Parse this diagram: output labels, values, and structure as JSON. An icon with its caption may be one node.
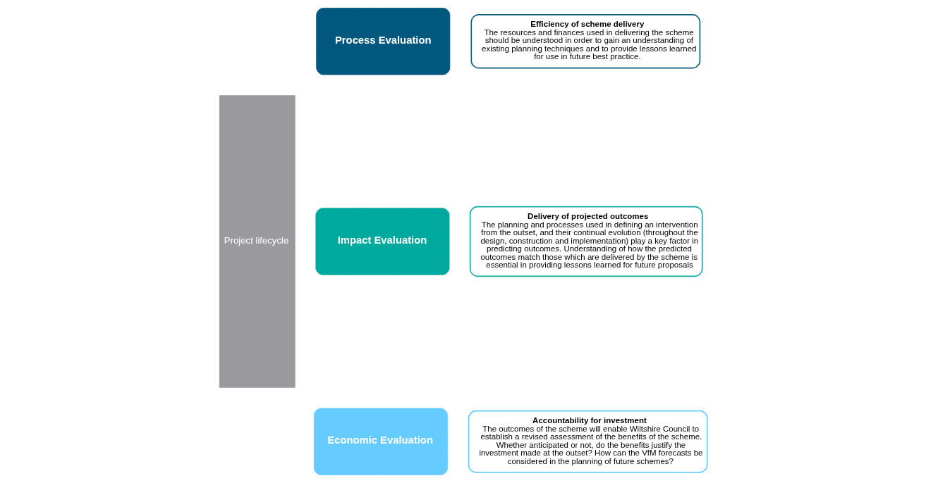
{
  "diagram": {
    "nodes": [
      {
        "text": [
          "Project lifecycle"
        ]
      },
      {
        "text": [
          "Process Evaluation"
        ]
      },
      {
        "text": [
          "Efficiency of scheme delivery",
          "The resources and finances used in delivering the scheme should be understood in order to gain an understanding of existing planning techniques and to provide lessons learned for use in future best practice."
        ]
      },
      {
        "text": [
          "Impact Evaluation"
        ]
      },
      {
        "text": [
          "Delivery of projected outcomes",
          "The planning and processes used in defining an intervention from the outset, and their continual evolution (throughout the design, construction and implementation) play a key factor in predicting outcomes. Understanding of how the predicted outcomes match those which are delivered by the scheme is essential in providing lessons learned for future proposals"
        ]
      },
      {
        "text": [
          "Economic Evaluation"
        ]
      },
      {
        "text": [
          "Accountability for investment",
          "The outcomes of the scheme will enable Wiltshire Council to establish a revised assessment of the benefits of the scheme. Whether anticipated or not, do the benefits justify the investment made at the outset? How can the VfM forecasts be considered in the planning of future schemes?"
        ]
      }
    ]
  }
}
